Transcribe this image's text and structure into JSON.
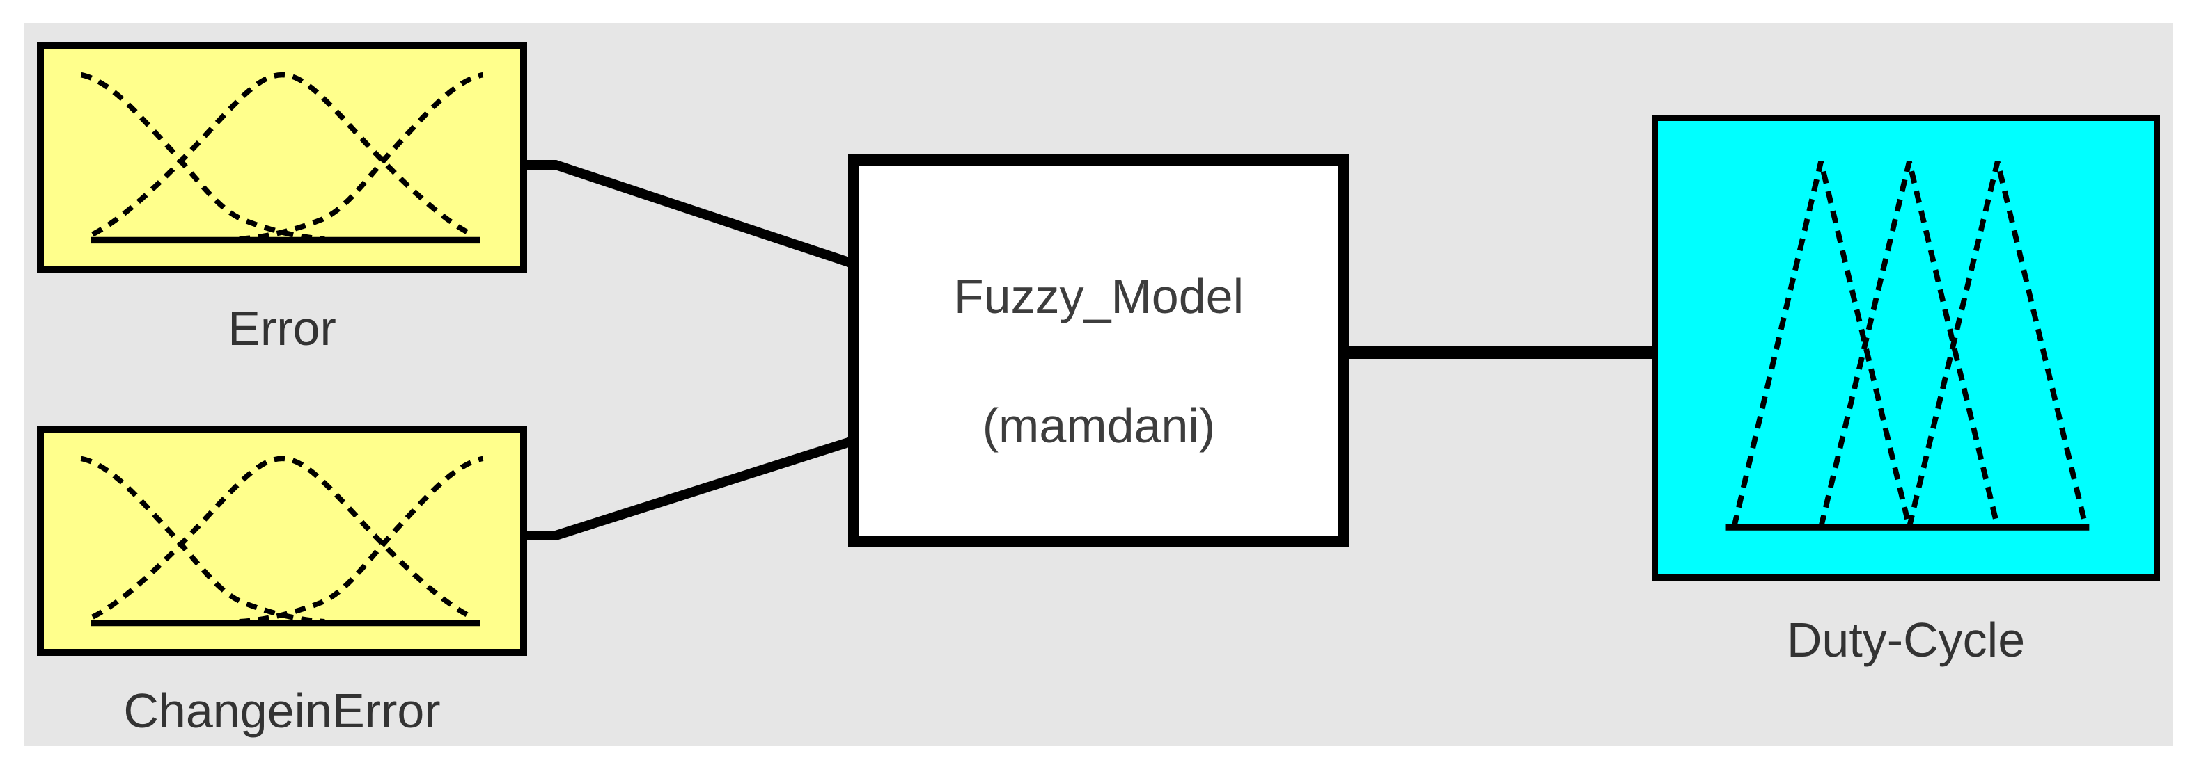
{
  "colors": {
    "page_background": "#ffffff",
    "canvas_background": "#e6e6e6",
    "input_fill": "#ffff8c",
    "output_fill": "#00ffff",
    "process_fill": "#ffffff",
    "wire_color": "#000000",
    "label_text": "#333333"
  },
  "inputs": [
    {
      "label": "Error",
      "mf_icon": "gaussian-membership-curves",
      "mf_count": 3
    },
    {
      "label": "ChangeinError",
      "mf_icon": "gaussian-membership-curves",
      "mf_count": 3
    }
  ],
  "process": {
    "title": "Fuzzy_Model",
    "subtitle": "(mamdani)"
  },
  "outputs": [
    {
      "label": "Duty-Cycle",
      "mf_icon": "triangular-membership-curves",
      "mf_count": 3
    }
  ]
}
